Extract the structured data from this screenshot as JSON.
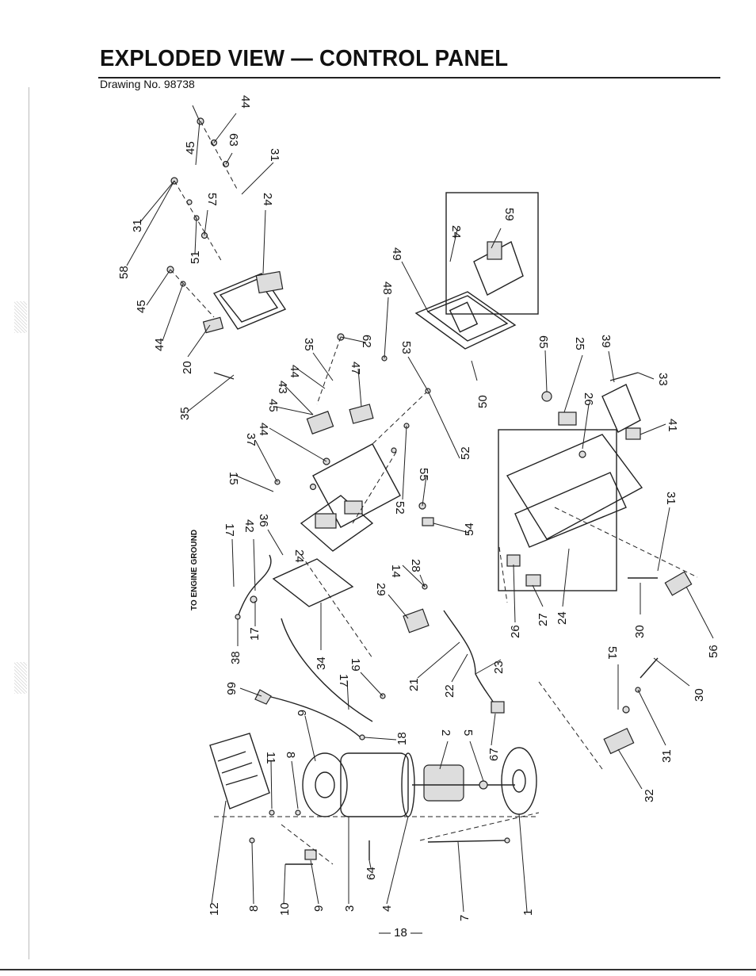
{
  "header": {
    "title": "EXPLODED VIEW — CONTROL PANEL",
    "drawing_number": "Drawing No. 98738"
  },
  "footer": {
    "page_number": "— 18 —"
  },
  "diagram": {
    "engine_ground_label": "TO ENGINE GROUND",
    "callouts": [
      "44",
      "45",
      "63",
      "31",
      "57",
      "24",
      "58",
      "31",
      "51",
      "45",
      "44",
      "20",
      "35",
      "49",
      "59",
      "24",
      "48",
      "62",
      "35",
      "47",
      "53",
      "44",
      "43",
      "45",
      "50",
      "37",
      "44",
      "15",
      "52",
      "55",
      "52",
      "54",
      "65",
      "25",
      "39",
      "26",
      "33",
      "41",
      "17",
      "42",
      "36",
      "24",
      "14",
      "28",
      "29",
      "31",
      "38",
      "17",
      "34",
      "19",
      "21",
      "22",
      "23",
      "26",
      "27",
      "24",
      "30",
      "56",
      "51",
      "30",
      "31",
      "32",
      "66",
      "17",
      "6",
      "18",
      "2",
      "5",
      "67",
      "11",
      "8",
      "12",
      "8",
      "10",
      "9",
      "3",
      "64",
      "4",
      "7",
      "1"
    ]
  }
}
